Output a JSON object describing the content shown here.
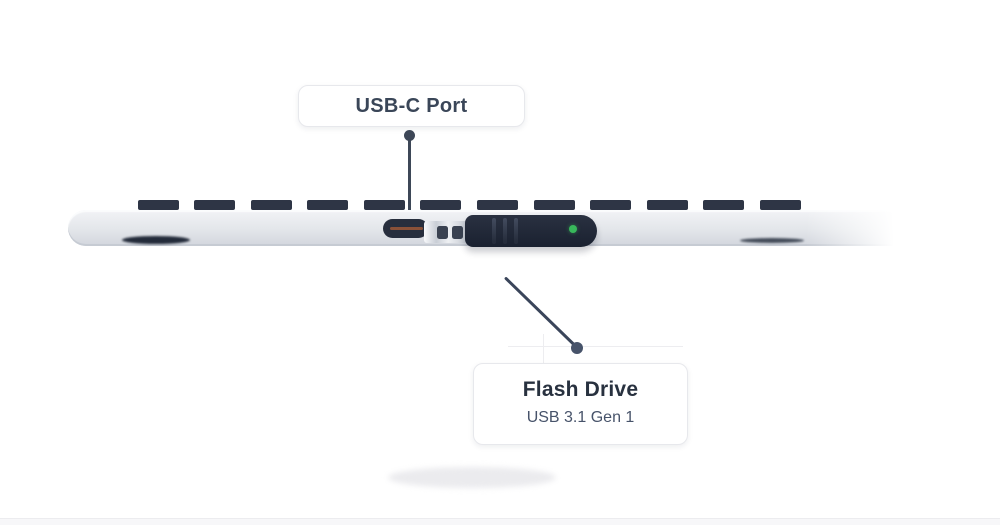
{
  "scene": {
    "description": "laptop-side-profile-with-usb-flash-drive",
    "background_color": "#ffffff",
    "bottom_band_color": "#f7f7f9"
  },
  "callouts": {
    "usb_c_port": {
      "label": "USB-C Port",
      "text_color": "#3a4658"
    },
    "flash_drive": {
      "title": "Flash Drive",
      "subtitle": "USB 3.1 Gen 1",
      "title_color": "#28313f",
      "subtitle_color": "#47536a"
    }
  },
  "pointers": {
    "line_color": "#3d4757",
    "dot_color": "#3d4757"
  },
  "device": {
    "laptop": {
      "key_count": 12,
      "key_color": "#2e3545",
      "body_gradient": [
        "#f2f3f6",
        "#e3e6ea",
        "#d2d6dd"
      ],
      "port_slot_color": "#272e3d",
      "port_tongue_color": "#8a5138"
    },
    "flash_drive": {
      "body_color": "#1d2433",
      "connector_color": "#d6dae0",
      "contact_color": "#3a4251",
      "ridge_count": 3,
      "led_color": "#38b85b"
    }
  },
  "misc": {
    "guide_color": "#ededf0",
    "ground_shadow_color": "#ebebee"
  }
}
